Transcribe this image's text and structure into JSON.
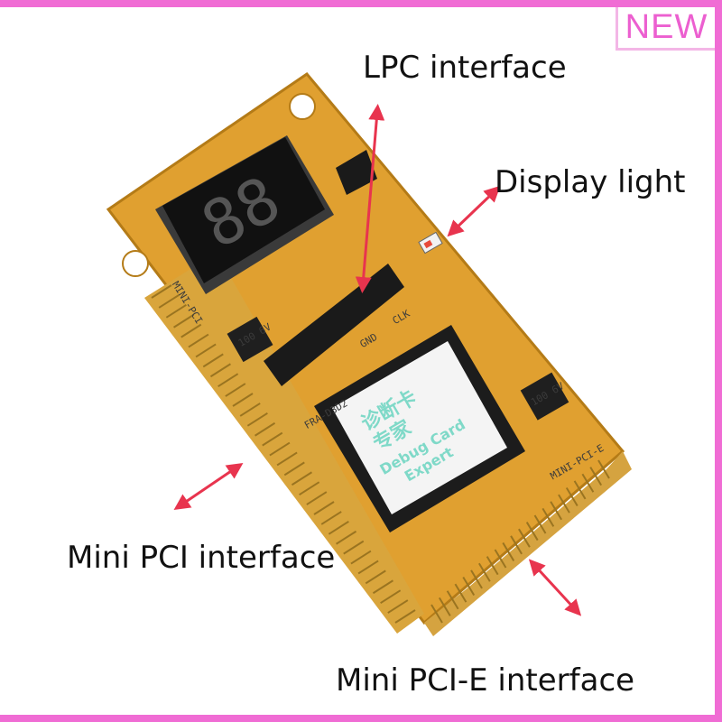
{
  "badge": {
    "text": "NEW",
    "color": "#ec5fd0"
  },
  "callouts": {
    "lpc": "LPC interface",
    "display": "Display light",
    "mini_pci": "Mini PCI interface",
    "mini_pcie": "Mini PCI-E interface"
  },
  "board": {
    "chip_line1": "诊断卡",
    "chip_line2": "专家",
    "chip_line3": "Debug Card",
    "chip_line4": "Expert",
    "model_label": "FRA-D3D2",
    "silk_mini_pci": "MINI-PCI",
    "silk_mini_pcie": "MINI-PCI-E",
    "silk_clk": "CLK",
    "silk_gnd": "GND",
    "cap1": "100 6V",
    "cap2": "100 6V"
  },
  "colors": {
    "pcb": "#e0a030",
    "arrow": "#e8344e",
    "frame": "#f06cd4"
  }
}
